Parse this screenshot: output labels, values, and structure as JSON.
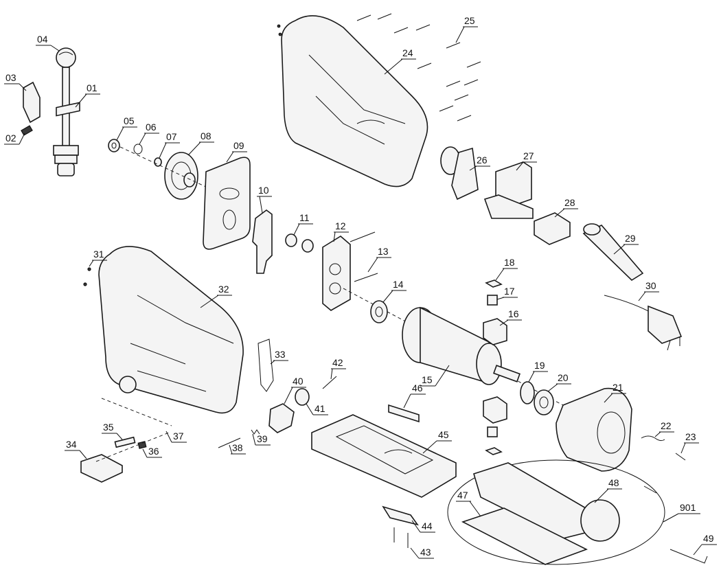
{
  "diagram": {
    "labels": {
      "p01": "01",
      "p02": "02",
      "p03": "03",
      "p04": "04",
      "p05": "05",
      "p06": "06",
      "p07": "07",
      "p08": "08",
      "p09": "09",
      "p10": "10",
      "p11": "11",
      "p12": "12",
      "p13": "13",
      "p14": "14",
      "p15": "15",
      "p16": "16",
      "p17": "17",
      "p18": "18",
      "p19": "19",
      "p20": "20",
      "p21": "21",
      "p22": "22",
      "p23": "23",
      "p24": "24",
      "p25": "25",
      "p26": "26",
      "p27": "27",
      "p28": "28",
      "p29": "29",
      "p30": "30",
      "p31": "31",
      "p32": "32",
      "p33": "33",
      "p34": "34",
      "p35": "35",
      "p36": "36",
      "p37": "37",
      "p38": "38",
      "p39": "39",
      "p40": "40",
      "p41": "41",
      "p42": "42",
      "p43": "43",
      "p44": "44",
      "p45": "45",
      "p46": "46",
      "p47": "47",
      "p48": "48",
      "p49": "49",
      "p901": "901"
    }
  }
}
